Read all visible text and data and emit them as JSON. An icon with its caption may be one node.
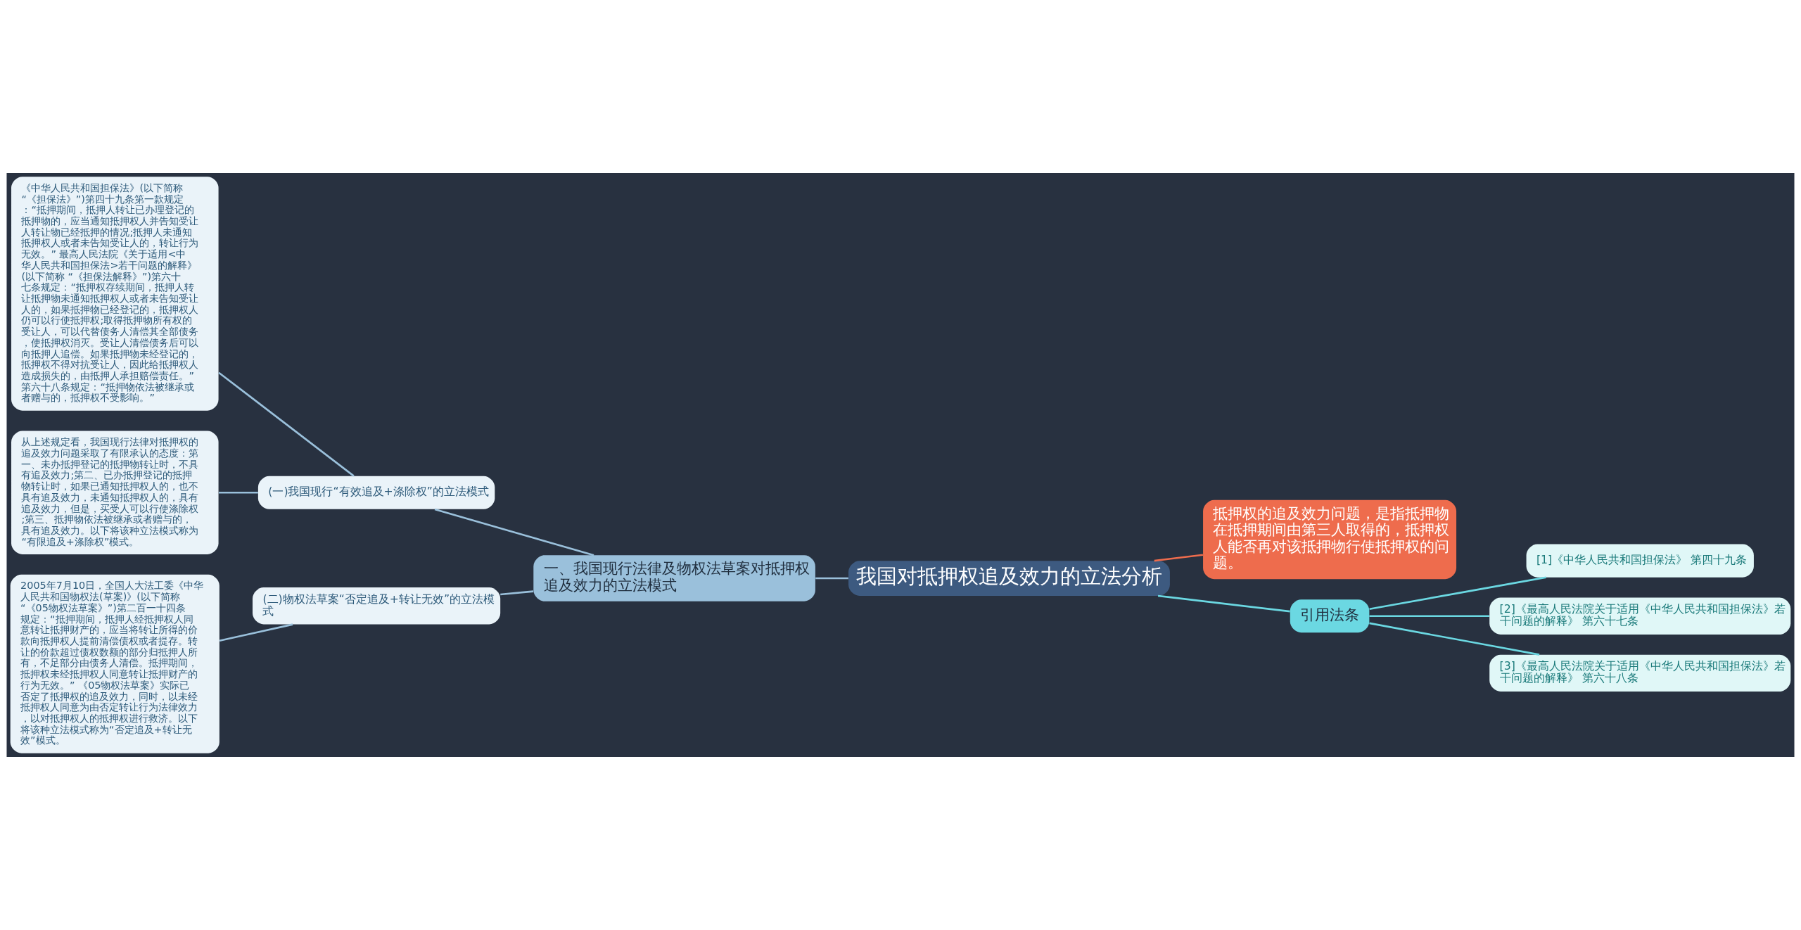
{
  "diagram": {
    "nodes": [
      {
        "text": [
          "我国对抵押权追及效力的立法分析"
        ]
      },
      {
        "text": [
          "一、我国现行法律及物权法草案对抵押权追及效力的立法模式"
        ]
      },
      {
        "text": [
          "(一)我国现行“有效追及+涤除权”的立法模式"
        ]
      },
      {
        "text": [
          "《中华人民共和国担保法》(以下简称 “《担保法》”)第四十九条第一款规定：“抵押期间，抵押人转让已办理登记的抵押物的，应当通知抵押权人并告知受让人转让物已经抵押的情况;抵押人未通知抵押权人或者未告知受让人的，转让行为无效。” 最高人民法院《关于适用<中华人民共和国担保法>若干问题的解释》(以下简称 “《担保法解释》”)第六十七条规定：“抵押权存续期间，抵押人转让抵押物未通知抵押权人或者未告知受让人的，如果抵押物已经登记的，抵押权人仍可以行使抵押权;取得抵押物所有权的受让人，可以代替债务人清偿其全部债务，使抵押权消灭。受让人清偿债务后可以向抵押人追偿。如果抵押物未经登记的，抵押权不得对抗受让人，因此给抵押权人造成损失的，由抵押人承担赔偿责任。”第六十八条规定：“抵押物依法被继承或者赠与的，抵押权不受影响。”"
        ]
      },
      {
        "text": [
          "从上述规定看，我国现行法律对抵押权的追及效力问题采取了有限承认的态度：第一、未办抵押登记的抵押物转让时，不具有追及效力;第二、已办抵押登记的抵押物转让时，如果已通知抵押权人的，也不具有追及效力，未通知抵押权人的，具有追及效力，但是，买受人可以行使涤除权;第三、抵押物依法被继承或者赠与的，具有追及效力。以下将该种立法模式称为“有限追及+涤除权”模式。"
        ]
      },
      {
        "text": [
          "(二)物权法草案“否定追及+转让无效”的立法模式"
        ]
      },
      {
        "text": [
          "2005年7月10日，全国人大法工委《中华人民共和国物权法(草案)》(以下简称 “《05物权法草案》”)第二百一十四条规定：“抵押期间，抵押人经抵押权人同意转让抵押财产的，应当将转让所得的价款向抵押权人提前清偿债权或者提存。转让的价款超过债权数额的部分归抵押人所有，不足部分由债务人清偿。抵押期间，抵押权未经抵押权人同意转让抵押财产的行为无效。” 《05物权法草案》实际已否定了抵押权的追及效力，同时，以未经抵押权人同意为由否定转让行为法律效力，以对抵押权人的抵押权进行救济。以下将该种立法模式称为“否定追及+转让无效”模式。"
        ]
      },
      {
        "text": [
          "抵押权的追及效力问题，是指抵押物在抵押期间由第三人取得的，抵押权人能否再对该抵押物行使抵押权的问题。"
        ]
      },
      {
        "text": [
          "引用法条"
        ]
      },
      {
        "text": [
          "[1]《中华人民共和国担保法》 第四十九条"
        ]
      },
      {
        "text": [
          "[2]《最高人民法院关于适用《中华人民共和国担保法》若干问题的解释》 第六十七条"
        ]
      },
      {
        "text": [
          "[3]《最高人民法院关于适用《中华人民共和国担保法》若干问题的解释》 第六十八条"
        ]
      }
    ],
    "edges": [
      {
        "from": 0,
        "to": 1,
        "arrow": "none"
      },
      {
        "from": 1,
        "to": 2,
        "arrow": "none"
      },
      {
        "from": 2,
        "to": 3,
        "arrow": "none"
      },
      {
        "from": 2,
        "to": 4,
        "arrow": "none"
      },
      {
        "from": 1,
        "to": 5,
        "arrow": "none"
      },
      {
        "from": 5,
        "to": 6,
        "arrow": "none"
      },
      {
        "from": 0,
        "to": 7,
        "arrow": "none",
        "color": "#ee6c4d"
      },
      {
        "from": 0,
        "to": 8,
        "arrow": "none",
        "color": "#6bd8e2"
      },
      {
        "from": 8,
        "to": 9,
        "arrow": "none",
        "color": "#6bd8e2"
      },
      {
        "from": 8,
        "to": 10,
        "arrow": "none",
        "color": "#6bd8e2"
      },
      {
        "from": 8,
        "to": 11,
        "arrow": "none",
        "color": "#6bd8e2"
      }
    ]
  }
}
